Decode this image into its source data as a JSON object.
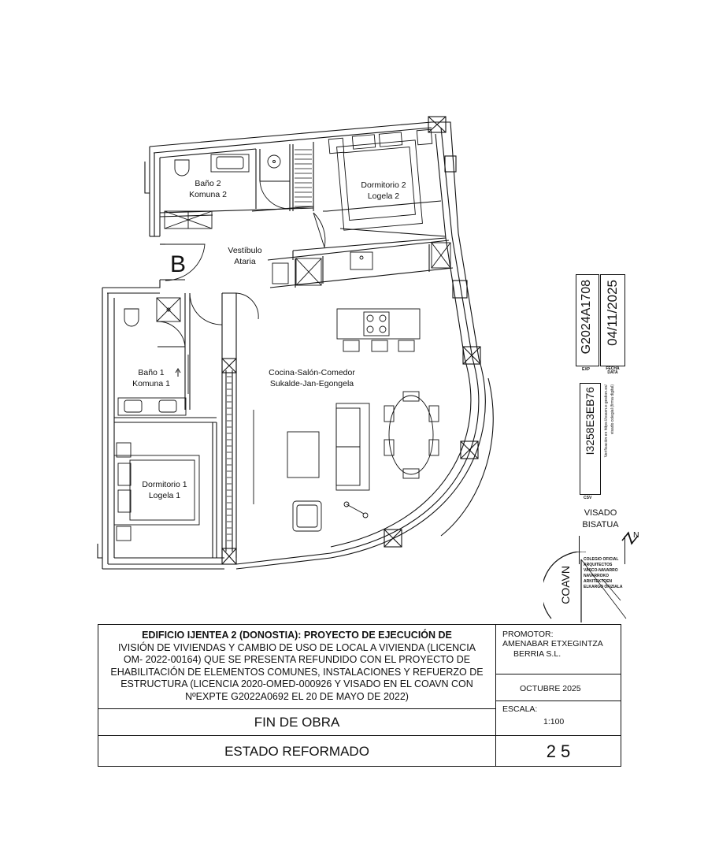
{
  "rooms": {
    "bano2": [
      "Baño 2",
      "Komuna 2"
    ],
    "dormitorio2": [
      "Dormitorio 2",
      "Logela 2"
    ],
    "vestibulo": [
      "Vestíbulo",
      "Ataria"
    ],
    "bano1": [
      "Baño 1",
      "Komuna 1"
    ],
    "cocina": [
      "Cocina-Salón-Comedor",
      "Sukalde-Jan-Egongela"
    ],
    "dormitorio1": [
      "Dormitorio 1",
      "Logela 1"
    ]
  },
  "plan_marker": "B",
  "north_label": "N",
  "stamp": {
    "exp_value": "G2024A1708",
    "exp_label": "EXP",
    "date_value": "04/11/2025",
    "date_label": "FECHA DATA",
    "csv_value": "I3258E3EB76",
    "csv_label": "CSV",
    "verify_line1": "Verificación en https://coavn.e-gestion.es/",
    "verify_line2": "visado colegial (firma digital)",
    "visado": [
      "VISADO",
      "BISATUA"
    ],
    "college": [
      "COLEGIO OFICIAL",
      "ARQUITECTOS",
      "VASCO-NAVARRO",
      "NAVARROKO",
      "ARKITEKTOEN",
      "ELKARGO OFIZIALA"
    ],
    "coavn": "COAVN"
  },
  "title_block": {
    "project_title": "EDIFICIO IJENTEA 2 (DONOSTIA): PROYECTO DE EJECUCIÓN DE",
    "project_lines": [
      "IVISIÓN DE VIVIENDAS Y CAMBIO DE USO DE LOCAL A VIVIENDA (LICENCIA",
      "OM- 2022-00164) QUE SE PRESENTA REFUNDIDO CON EL PROYECTO DE",
      "EHABILITACIÓN DE ELEMENTOS COMUNES, INSTALACIONES Y REFUERZO DE",
      "ESTRUCTURA (LICENCIA 2020-OMED-000926 Y VISADO EN EL COAVN CON",
      "NºEXPTE G2022A0692 EL 20 DE MAYO DE 2022)"
    ],
    "promotor_label": "PROMOTOR:",
    "promotor_name_1": "AMENABAR ETXEGINTZA",
    "promotor_name_2": "BERRIA S.L.",
    "date": "OCTUBRE 2025",
    "escala_label": "ESCALA:",
    "escala_value": "1:100",
    "phase": "FIN DE OBRA",
    "state": "ESTADO REFORMADO",
    "sheet_number": "2 5"
  }
}
